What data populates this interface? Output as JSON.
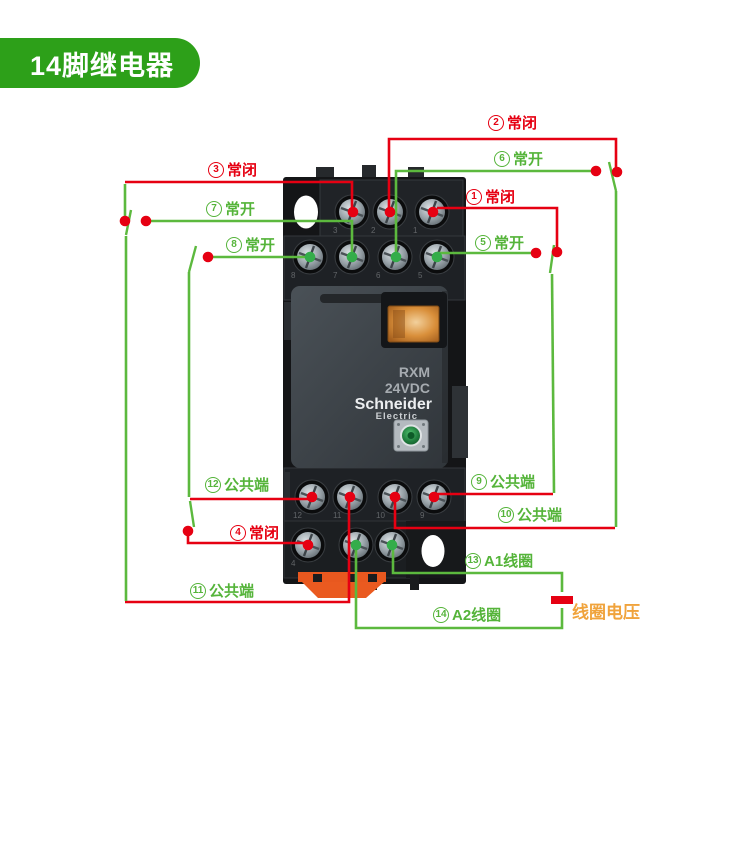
{
  "banner": {
    "title": "14脚继电器"
  },
  "relay_body": {
    "model": "RXM",
    "voltage": "24VDC",
    "brand": "Schneider",
    "brand_sub": "Electric"
  },
  "labels": [
    {
      "num": "1",
      "text": "常闭"
    },
    {
      "num": "2",
      "text": "常闭"
    },
    {
      "num": "3",
      "text": "常闭"
    },
    {
      "num": "4",
      "text": "常闭"
    },
    {
      "num": "5",
      "text": "常开"
    },
    {
      "num": "6",
      "text": "常开"
    },
    {
      "num": "7",
      "text": "常开"
    },
    {
      "num": "8",
      "text": "常开"
    },
    {
      "num": "9",
      "text": "公共端"
    },
    {
      "num": "10",
      "text": "公共端"
    },
    {
      "num": "11",
      "text": "公共端"
    },
    {
      "num": "12",
      "text": "公共端"
    },
    {
      "num": "13",
      "text": "A1线圈"
    },
    {
      "num": "14",
      "text": "A2线圈"
    }
  ],
  "coil_voltage_label": "线圈电压",
  "socket_marks": {
    "row1": [
      "3",
      "2",
      "1"
    ],
    "row2": [
      "8",
      "7",
      "6",
      "5"
    ],
    "row3": [
      "12",
      "11",
      "10",
      "9"
    ],
    "row4": [
      "4"
    ]
  },
  "colors": {
    "nc_red": "#e60012",
    "no_green": "#55b43a",
    "wire_green": "#5cb93e",
    "coil_orange": "#f0a33c",
    "banner_green": "#2da019"
  }
}
